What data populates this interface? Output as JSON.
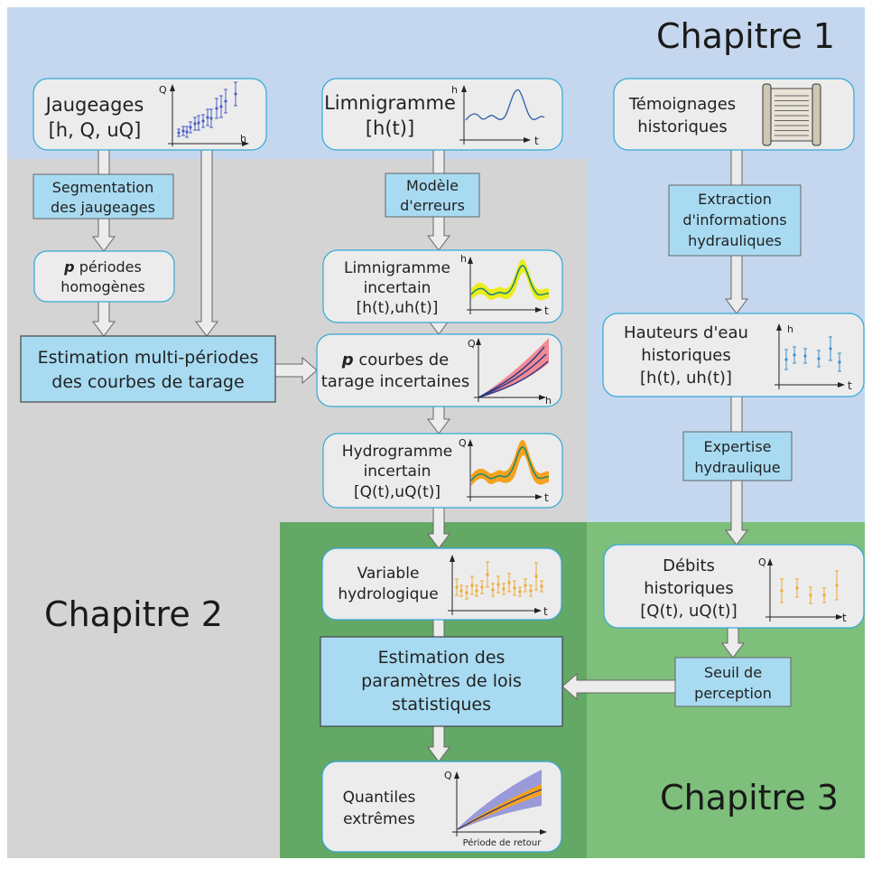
{
  "chapters": {
    "c1": "Chapitre 1",
    "c2": "Chapitre 2",
    "c3": "Chapitre 3"
  },
  "nodes": {
    "jaugeages": {
      "l1": "Jaugeages",
      "l2": "[h, Q, uQ]",
      "ax_y": "Q",
      "ax_x": "h"
    },
    "limnigramme": {
      "l1": "Limnigramme",
      "l2": "[h(t)]",
      "ax_y": "h",
      "ax_x": "t"
    },
    "temoignages": {
      "l1": "Témoignages",
      "l2": "historiques"
    },
    "segmentation": {
      "l1": "Segmentation",
      "l2": "des jaugeages"
    },
    "modele_erreurs": {
      "l1": "Modèle",
      "l2": "d'erreurs"
    },
    "extraction": {
      "l1": "Extraction",
      "l2": "d'informations",
      "l3": "hydrauliques"
    },
    "periodes": {
      "p": "p",
      "l1": " périodes",
      "l2": "homogènes"
    },
    "limni_incertain": {
      "l1": "Limnigramme",
      "l2": "incertain",
      "l3": "[h(t),uh(t)]",
      "ax_y": "h",
      "ax_x": "t"
    },
    "hauteurs": {
      "l1": "Hauteurs d'eau",
      "l2": "historiques",
      "l3": "[h(t), uh(t)]",
      "ax_y": "h",
      "ax_x": "t"
    },
    "estimation_multi": {
      "l1": "Estimation multi-périodes",
      "l2": "des courbes de tarage"
    },
    "courbes": {
      "p": "p",
      "l1": " courbes de",
      "l2": "tarage incertaines",
      "ax_y": "Q",
      "ax_x": "h"
    },
    "expertise": {
      "l1": "Expertise",
      "l2": "hydraulique"
    },
    "hydrogramme": {
      "l1": "Hydrogramme",
      "l2": "incertain",
      "l3": "[Q(t),uQ(t)]",
      "ax_y": "Q",
      "ax_x": "t"
    },
    "variable": {
      "l1": "Variable",
      "l2": "hydrologique",
      "ax_x": "t"
    },
    "debits": {
      "l1": "Débits",
      "l2": "historiques",
      "l3": "[Q(t), uQ(t)]",
      "ax_y": "Q",
      "ax_x": "t"
    },
    "estimation_params": {
      "l1": "Estimation des",
      "l2": "paramètres de lois",
      "l3": "statistiques"
    },
    "seuil": {
      "l1": "Seuil de",
      "l2": "perception"
    },
    "quantiles": {
      "l1": "Quantiles",
      "l2": "extrêmes",
      "ax_y": "Q",
      "ax_x": "Période de retour"
    }
  },
  "colors": {
    "region_blue": "#c5d7ee",
    "region_gray": "#d4d4d4",
    "region_green_dark": "#64a866",
    "region_green_light": "#7dbf7b",
    "process_box": "#a8dbf1",
    "data_box": "#ececec",
    "border": "#34a8d8",
    "gauging_points": "#4a5fc2",
    "historical_points": "#3a8ec8",
    "flood_points": "#f0a830",
    "band_yellow": "#ecec1c",
    "band_orange": "#f6a21e",
    "band_pink": "#f28a94",
    "band_purple": "#9a9ada",
    "curve_dark": "#2a3a88",
    "curve_teal": "#1e8a6e"
  }
}
